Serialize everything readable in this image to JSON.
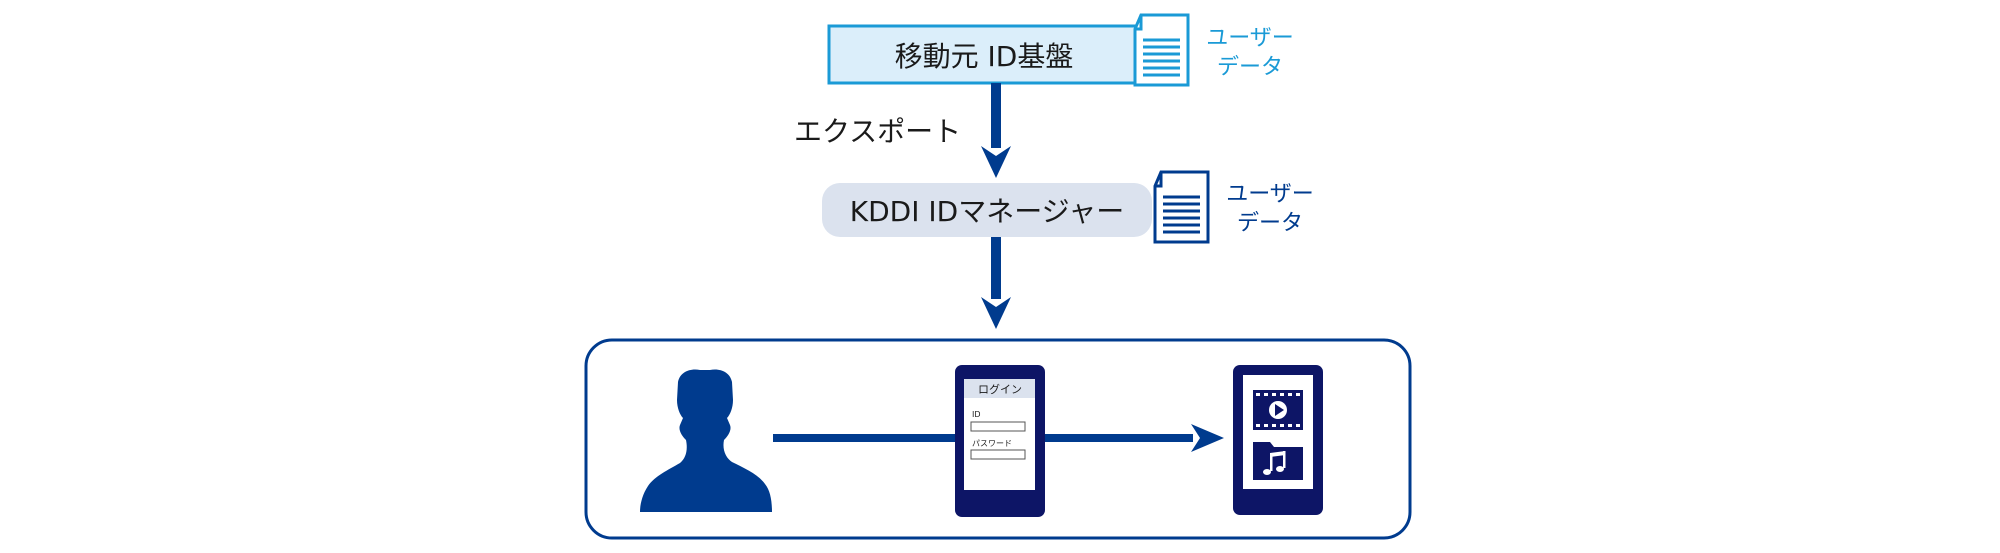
{
  "nodes": {
    "source": {
      "label": "移動元 ID基盤"
    },
    "manager": {
      "label": "KDDI IDマネージャー"
    }
  },
  "edges": {
    "export": {
      "label": "エクスポート"
    }
  },
  "user_data": {
    "source_label": "ユーザー\nデータ",
    "manager_label": "ユーザー\nデータ"
  },
  "login_screen": {
    "title": "ログイン",
    "id_label": "ID",
    "password_label": "パスワード"
  },
  "colors": {
    "navy": "#003b8e",
    "dark_navy": "#0d1566",
    "light_blue_fill": "#dbeefa",
    "light_blue_stroke": "#1a9ad6",
    "gray_fill": "#dbe2ee"
  },
  "icons": [
    "document-icon",
    "user-silhouette-icon",
    "smartphone-login-icon",
    "video-icon",
    "music-folder-icon",
    "arrow-down-icon",
    "arrow-right-icon"
  ]
}
